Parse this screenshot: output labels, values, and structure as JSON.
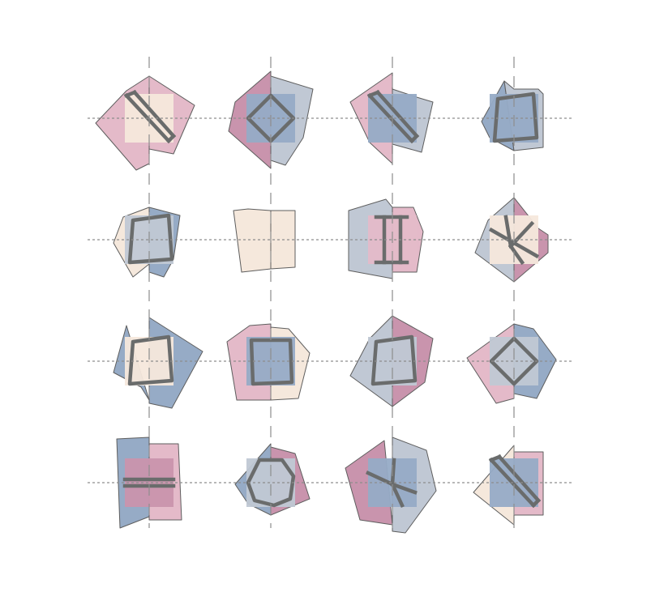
{
  "palette": {
    "pink": "#e4bac9",
    "mauve": "#c994ad",
    "cream": "#f5e8dc",
    "steel": "#96abc6",
    "slate": "#c0c8d4",
    "bar": "#6a6c6c",
    "guide": "#8d8d8d"
  },
  "grid": {
    "rows": 4,
    "columns": 4
  },
  "cells": [
    {
      "row": 1,
      "col": 1,
      "left_color": "pink",
      "right_color": "pink",
      "square_color": "cream",
      "glyph": "double-diagonal-bar"
    },
    {
      "row": 1,
      "col": 2,
      "left_color": "mauve",
      "right_color": "slate",
      "square_color": "steel",
      "glyph": "diamond"
    },
    {
      "row": 1,
      "col": 3,
      "left_color": "pink",
      "right_color": "slate",
      "square_color": "steel",
      "glyph": "double-diagonal-bar"
    },
    {
      "row": 1,
      "col": 4,
      "left_color": "steel",
      "right_color": "slate",
      "square_color": "steel",
      "glyph": "tilted-square"
    },
    {
      "row": 2,
      "col": 1,
      "left_color": "cream",
      "right_color": "steel",
      "square_color": "slate",
      "glyph": "tilted-square"
    },
    {
      "row": 2,
      "col": 2,
      "left_color": "cream",
      "right_color": "cream",
      "square_color": "cream",
      "glyph": "none"
    },
    {
      "row": 2,
      "col": 3,
      "left_color": "slate",
      "right_color": "pink",
      "square_color": "pink",
      "glyph": "i-beam"
    },
    {
      "row": 2,
      "col": 4,
      "left_color": "slate",
      "right_color": "mauve",
      "square_color": "cream",
      "glyph": "cross"
    },
    {
      "row": 3,
      "col": 1,
      "left_color": "steel",
      "right_color": "steel",
      "square_color": "cream",
      "glyph": "tilted-square"
    },
    {
      "row": 3,
      "col": 2,
      "left_color": "pink",
      "right_color": "cream",
      "square_color": "steel",
      "glyph": "square"
    },
    {
      "row": 3,
      "col": 3,
      "left_color": "slate",
      "right_color": "mauve",
      "square_color": "slate",
      "glyph": "tilted-square"
    },
    {
      "row": 3,
      "col": 4,
      "left_color": "pink",
      "right_color": "steel",
      "square_color": "slate",
      "glyph": "diamond"
    },
    {
      "row": 4,
      "col": 1,
      "left_color": "steel",
      "right_color": "pink",
      "square_color": "mauve",
      "glyph": "double-horizontal-bar"
    },
    {
      "row": 4,
      "col": 2,
      "left_color": "steel",
      "right_color": "mauve",
      "square_color": "slate",
      "glyph": "octagon"
    },
    {
      "row": 4,
      "col": 3,
      "left_color": "mauve",
      "right_color": "slate",
      "square_color": "steel",
      "glyph": "y-junction"
    },
    {
      "row": 4,
      "col": 4,
      "left_color": "cream",
      "right_color": "pink",
      "square_color": "steel",
      "glyph": "double-diagonal-bar"
    }
  ]
}
